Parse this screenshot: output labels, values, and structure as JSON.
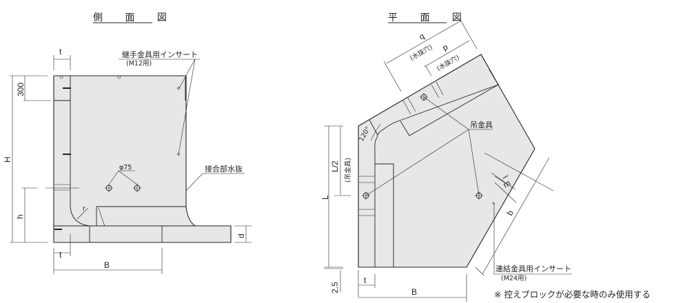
{
  "side_view": {
    "title": "側 面 図",
    "insert_label": "継手金具用インサート",
    "insert_spec": "(M12用)",
    "hole_label": "φ75",
    "drain_label": "接合部水抜",
    "dims": {
      "t_top": "t",
      "t_bottom": "t",
      "h300": "300",
      "H": "H",
      "h": "h",
      "d": "d",
      "B": "B",
      "r": "r"
    }
  },
  "plan_view": {
    "title": "平 面 図",
    "q_label": "q",
    "q_sub": "(水抜穴)",
    "p_label": "p",
    "p_sub": "(水抜穴)",
    "lifting_label": "吊金具",
    "angle": "120°",
    "L": "L",
    "L2": "L/2",
    "L2_sub": "(吊金具)",
    "l": "l",
    "m": "m",
    "b": "b",
    "gap": "2.5",
    "t": "t",
    "B": "B",
    "insert_label": "連結金具用インサート",
    "insert_spec": "(M24用)"
  },
  "note": "※ 控えブロックが必要な時のみ使用する"
}
